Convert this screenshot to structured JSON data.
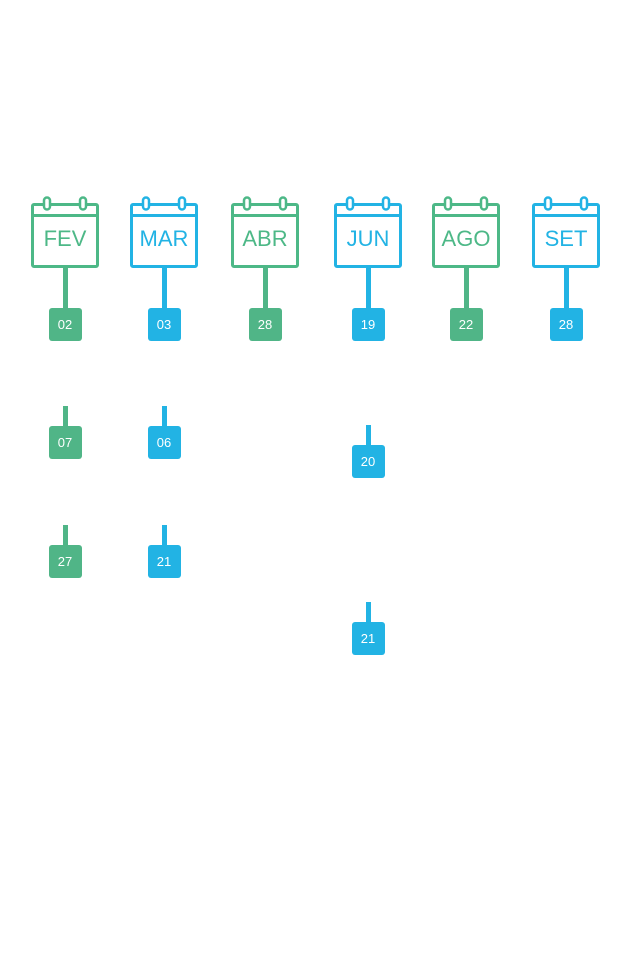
{
  "colors": {
    "green": "#4DB887",
    "blue": "#22B3E4",
    "tag_green": "#50B587",
    "tag_blue": "#22B3E4"
  },
  "months": [
    {
      "label": "FEV",
      "color": "green",
      "dates": [
        "02",
        "07",
        "27"
      ]
    },
    {
      "label": "MAR",
      "color": "blue",
      "dates": [
        "03",
        "06",
        "21"
      ]
    },
    {
      "label": "ABR",
      "color": "green",
      "dates": [
        "28"
      ]
    },
    {
      "label": "JUN",
      "color": "blue",
      "dates": [
        "19",
        "20",
        "21"
      ]
    },
    {
      "label": "AGO",
      "color": "green",
      "dates": [
        "22"
      ]
    },
    {
      "label": "SET",
      "color": "blue",
      "dates": [
        "28"
      ]
    }
  ]
}
